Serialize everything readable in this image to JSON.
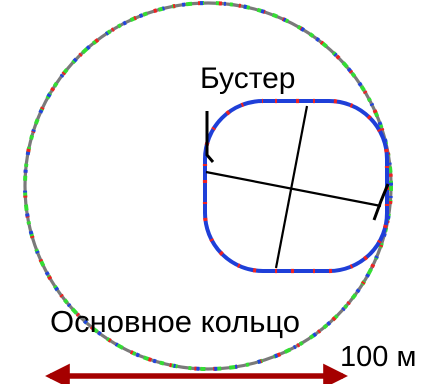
{
  "labels": {
    "booster": "Бустер",
    "main_ring": "Основное кольцо",
    "scale": "100 м"
  },
  "colors": {
    "ring_base": "#7a7a7a",
    "magnet_green": "#33dd33",
    "magnet_red": "#ee2222",
    "magnet_blue": "#2244dd",
    "booster_blue": "#1f3fd8",
    "scale_arrow": "#a50000",
    "line": "#000000"
  }
}
